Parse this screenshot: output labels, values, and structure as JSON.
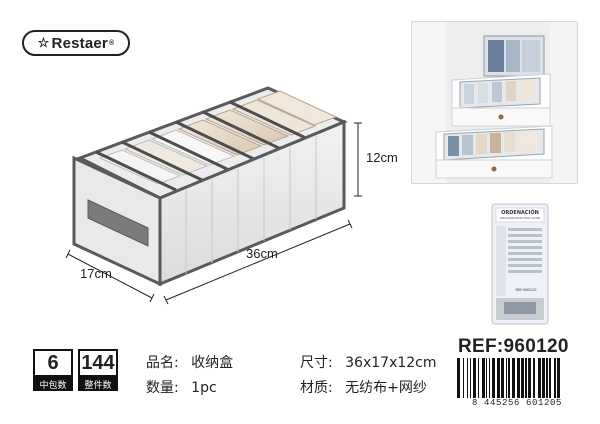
{
  "brand": {
    "name": "Restaer",
    "registered_mark": "®"
  },
  "dimensions": {
    "height": "12cm",
    "length": "36cm",
    "width": "17cm"
  },
  "package": {
    "title": "ORDENACIÓN",
    "subtitle": "ORGANIZADOR PARA ROPA",
    "ref_small": "REF:960120"
  },
  "counts": [
    {
      "value": "6",
      "label": "中包数"
    },
    {
      "value": "144",
      "label": "整件数"
    }
  ],
  "specs": {
    "name_label": "品名:",
    "name_value": "收纳盒",
    "qty_label": "数量:",
    "qty_value": "1pc",
    "size_label": "尺寸:",
    "size_value": "36x17x12cm",
    "material_label": "材质:",
    "material_value": "无纺布+网纱"
  },
  "ref": "REF:960120",
  "barcode": "8 445256 601205",
  "colors": {
    "frame": "#5a5a5a",
    "mesh": "#d9dadc",
    "fabric": "#e9dccd"
  }
}
